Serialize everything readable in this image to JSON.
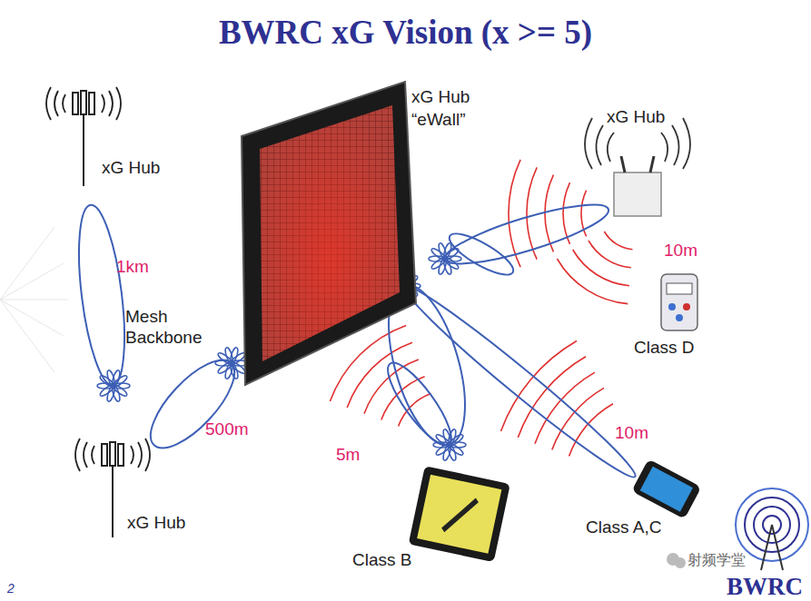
{
  "diagram": {
    "title": "BWRC xG Vision (x >= 5)",
    "labels": [
      "xG Hub",
      "xG Hub",
      "“eWall”",
      "xG Hub",
      "1km",
      "Mesh Backbone",
      "10m",
      "Class D",
      "500m",
      "5m",
      "10m",
      "xG Hub",
      "Class A,C",
      "Class B",
      "2",
      "射频学堂",
      "BWRC"
    ]
  }
}
